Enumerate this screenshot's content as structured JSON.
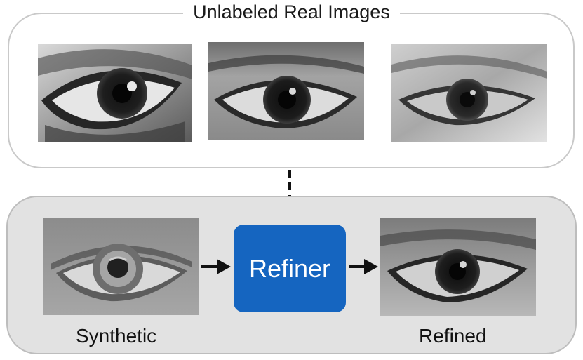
{
  "real_images": {
    "title": "Unlabeled Real Images",
    "items": [
      {
        "name": "real-eye-1",
        "tone": "dark"
      },
      {
        "name": "real-eye-2",
        "tone": "medium"
      },
      {
        "name": "real-eye-3",
        "tone": "light"
      }
    ]
  },
  "pipeline": {
    "input_caption": "Synthetic",
    "module_label": "Refiner",
    "output_caption": "Refined"
  },
  "colors": {
    "refiner_fill": "#1565c0",
    "panel_fill": "#e2e2e2",
    "arrow": "#111111"
  }
}
